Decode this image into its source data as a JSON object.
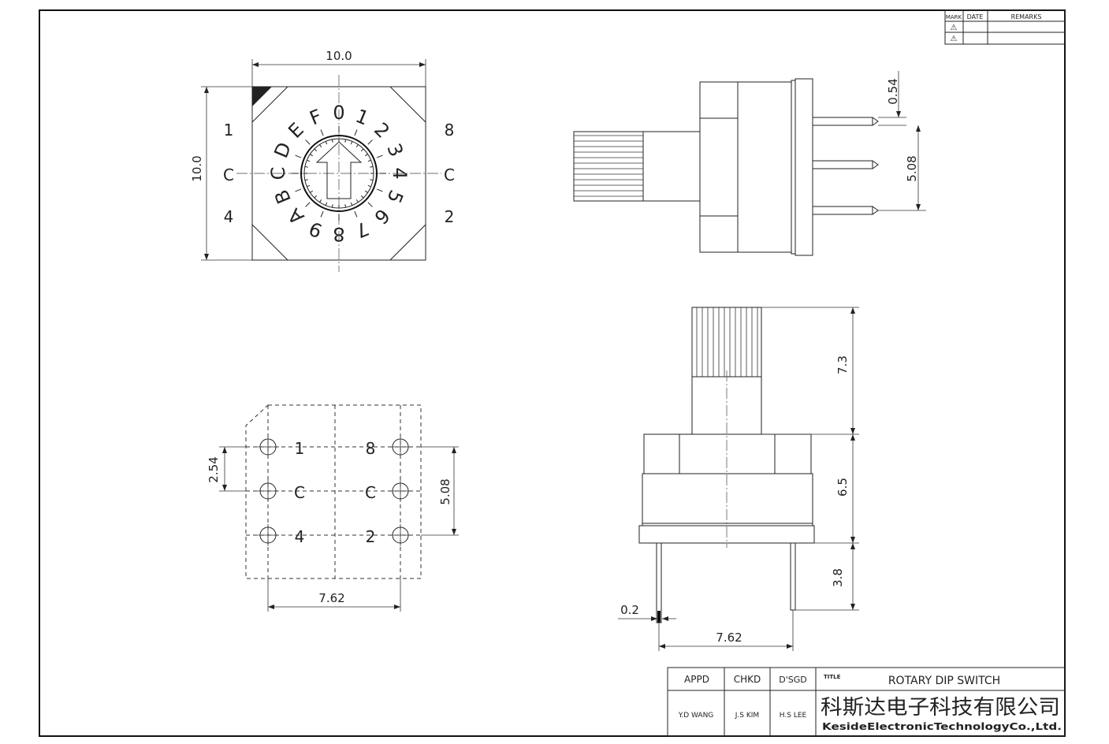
{
  "drawing": {
    "frame_color": "#111111",
    "revision_table": {
      "headers": [
        "MARK",
        "DATE",
        "REMARKS"
      ],
      "rows": [
        {
          "mark": "⚠",
          "date": "",
          "remarks": ""
        },
        {
          "mark": "⚠",
          "date": "",
          "remarks": ""
        }
      ]
    },
    "top_view": {
      "width_dim": "10.0",
      "height_dim": "10.0",
      "positions": [
        "0",
        "1",
        "2",
        "3",
        "4",
        "5",
        "6",
        "7",
        "8",
        "9",
        "A",
        "B",
        "C",
        "D",
        "E",
        "F"
      ],
      "left_labels": [
        "1",
        "C",
        "4"
      ],
      "right_labels": [
        "8",
        "C",
        "2"
      ]
    },
    "side_view": {
      "pin_thickness": "0.54",
      "pin_pitch": "5.08"
    },
    "footprint": {
      "pitch_small": "2.54",
      "pitch_large": "5.08",
      "row_spacing": "7.62",
      "left_labels": [
        "1",
        "C",
        "4"
      ],
      "right_labels": [
        "8",
        "C",
        "2"
      ]
    },
    "front_view": {
      "shaft_height": "7.3",
      "body_height": "6.5",
      "pin_length": "3.8",
      "pin_width": "0.2",
      "pin_spacing": "7.62"
    },
    "title_block": {
      "appd_label": "APPD",
      "chkd_label": "CHKD",
      "dsgd_label": "D'SGD",
      "appd_name": "Y.D WANG",
      "chkd_name": "J.S KIM",
      "dsgd_name": "H.S LEE",
      "title_label": "TITLE",
      "title": "ROTARY DIP SWITCH",
      "company_cn": "科斯达电子科技有限公司",
      "company_en": "KesideElectronicTechnologyCo.,Ltd."
    }
  }
}
